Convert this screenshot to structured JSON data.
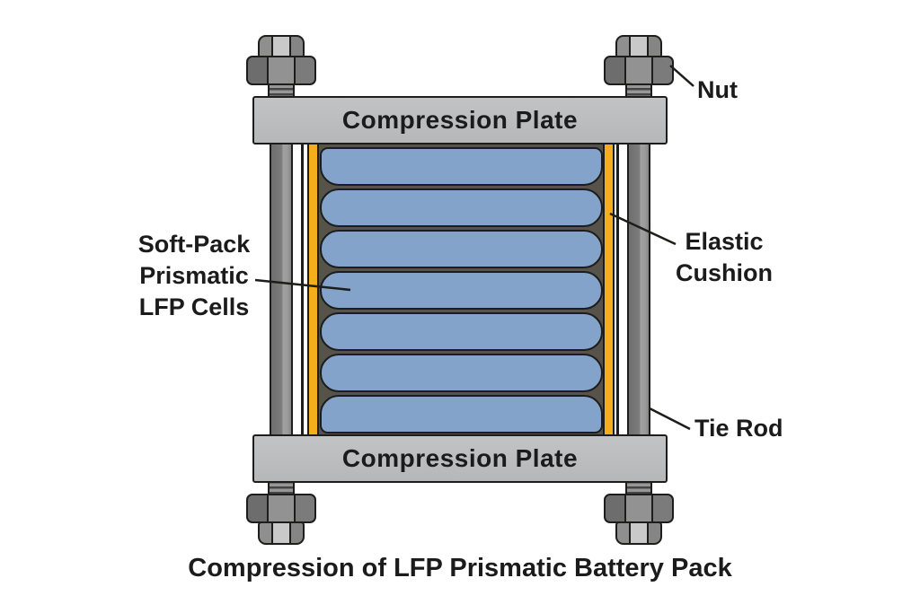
{
  "title": "Compression of LFP Prismatic Battery Pack",
  "labels": {
    "nut": "Nut",
    "soft_pack_line1": "Soft-Pack",
    "soft_pack_line2": "Prismatic",
    "soft_pack_line3": "LFP Cells",
    "cushion_line1": "Elastic",
    "cushion_line2": "Cushion",
    "tie_rod": "Tie Rod",
    "compression_plate_top": "Compression Plate",
    "compression_plate_bottom": "Compression Plate"
  },
  "diagram": {
    "cell_count": 7,
    "colors": {
      "outline": "#1d1d1b",
      "cell_blue": "#84a3cb",
      "cushion_yellow": "#f2ae1c",
      "stack_interior": "#57524a",
      "plate_gray": "#babbbd",
      "rod_gray": "#7b7b7b",
      "text": "#1b1b1b"
    }
  }
}
